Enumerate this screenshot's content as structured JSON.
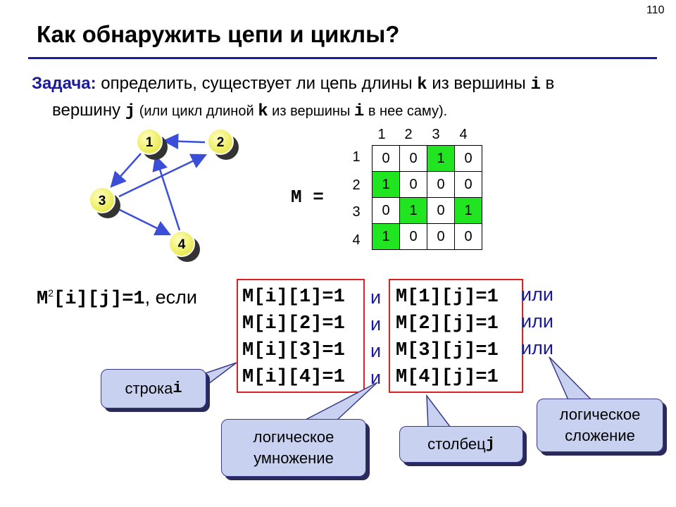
{
  "page_number": "110",
  "title": "Как обнаружить цепи и циклы?",
  "task": {
    "label": "Задача:",
    "line1": " определить, существует ли цепь длины ",
    "k": "k",
    "line1b": " из вершины ",
    "i": "i",
    "line1c": " в",
    "line2a": "вершину ",
    "j": "j",
    "line2b": " (или цикл длиной ",
    "k2": "k",
    "line2c": " из вершины ",
    "i2": "i",
    "line2d": " в нее саму)."
  },
  "graph": {
    "nodes": [
      "1",
      "2",
      "3",
      "4"
    ],
    "edges": [
      [
        "2",
        "1"
      ],
      [
        "1",
        "3"
      ],
      [
        "3",
        "2"
      ],
      [
        "3",
        "4"
      ],
      [
        "4",
        "1"
      ]
    ],
    "colors": {
      "node": "#f0f060",
      "edge": "#3a4ed8"
    }
  },
  "matrix": {
    "label": "M =",
    "col_headers": [
      "1",
      "2",
      "3",
      "4"
    ],
    "row_headers": [
      "1",
      "2",
      "3",
      "4"
    ],
    "rows": [
      [
        "0",
        "0",
        "1",
        "0"
      ],
      [
        "1",
        "0",
        "0",
        "0"
      ],
      [
        "0",
        "1",
        "0",
        "1"
      ],
      [
        "1",
        "0",
        "0",
        "0"
      ]
    ],
    "highlight_color": "#22e522"
  },
  "formula": {
    "lhs_m": "M",
    "lhs_sup": "2",
    "lhs_rest": "[i][j]=1",
    "esli": ", если",
    "left_terms": [
      "M[i][1]=1",
      "M[i][2]=1",
      "M[i][3]=1",
      "M[i][4]=1"
    ],
    "and_word": "и",
    "right_terms": [
      "M[1][j]=1",
      "M[2][j]=1",
      "M[3][j]=1",
      "M[4][j]=1"
    ],
    "or_word": "или"
  },
  "callouts": {
    "row_i_text": "строка ",
    "row_i_var": "i",
    "logical_mult_l1": "логическое",
    "logical_mult_l2": "умножение",
    "column_j_text": "столбец ",
    "column_j_var": "j",
    "logical_add_l1": "логическое",
    "logical_add_l2": "сложение"
  }
}
